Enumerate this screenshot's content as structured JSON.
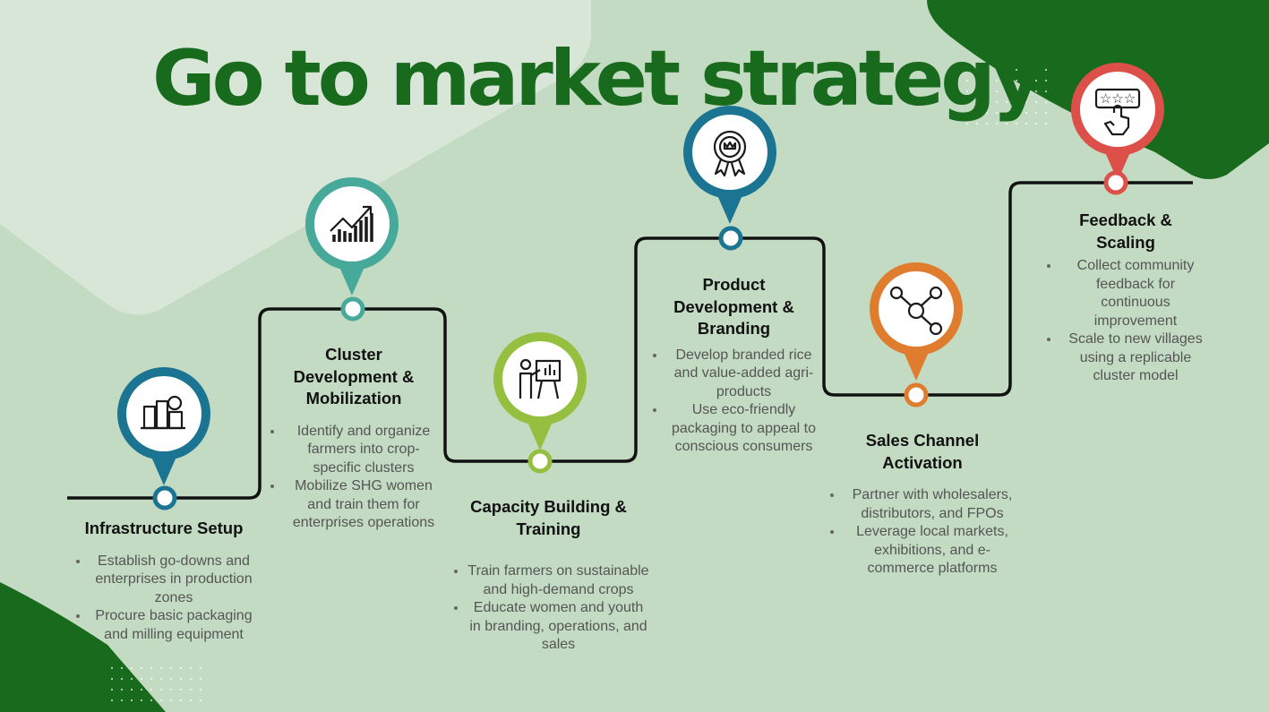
{
  "title": "Go to market strategy",
  "colors": {
    "brand": "#186a1c",
    "background": "#c3dbc3"
  },
  "steps": [
    {
      "title": "Infrastructure Setup",
      "icon": "factory-gear-icon",
      "color": "#1b7491",
      "bullets": [
        "Establish go-downs and enterprises in production zones",
        "Procure basic packaging and milling equipment"
      ]
    },
    {
      "title": "Cluster Development & Mobilization",
      "icon": "growth-chart-icon",
      "color": "#47a99a",
      "bullets": [
        "Identify and organize farmers into crop-specific clusters",
        "Mobilize SHG women and train them for enterprises operations"
      ]
    },
    {
      "title": "Capacity Building & Training",
      "icon": "presentation-trainer-icon",
      "color": "#95bf3f",
      "bullets": [
        "Train farmers on sustainable and high-demand crops",
        "Educate women and youth in branding, operations, and sales"
      ]
    },
    {
      "title": "Product Development & Branding",
      "icon": "award-badge-icon",
      "color": "#1b7491",
      "bullets": [
        "Develop branded rice and value-added agri-products",
        "Use eco-friendly packaging to appeal to conscious consumers"
      ]
    },
    {
      "title": "Sales Channel Activation",
      "icon": "network-people-icon",
      "color": "#e07c2d",
      "bullets": [
        "Partner with wholesalers, distributors, and FPOs",
        "Leverage local markets, exhibitions, and e-commerce platforms"
      ]
    },
    {
      "title": "Feedback & Scaling",
      "icon": "star-rating-icon",
      "color": "#dc5049",
      "bullets": [
        "Collect community feedback for continuous improvement",
        "Scale to new villages using a replicable cluster model"
      ]
    }
  ]
}
